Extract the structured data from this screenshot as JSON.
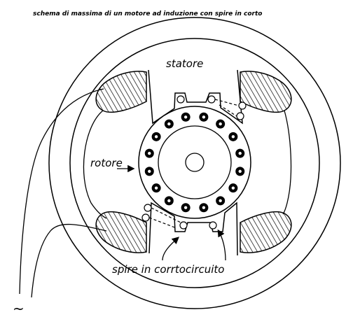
{
  "title": "schema di massima di un motore ad induzione con spire in corto",
  "labels": {
    "stator": "statore",
    "rotor": "rotore",
    "shorted_turns": "spire in corrtocircuito",
    "ac_symbol": "~"
  },
  "rotor_bars": 16
}
